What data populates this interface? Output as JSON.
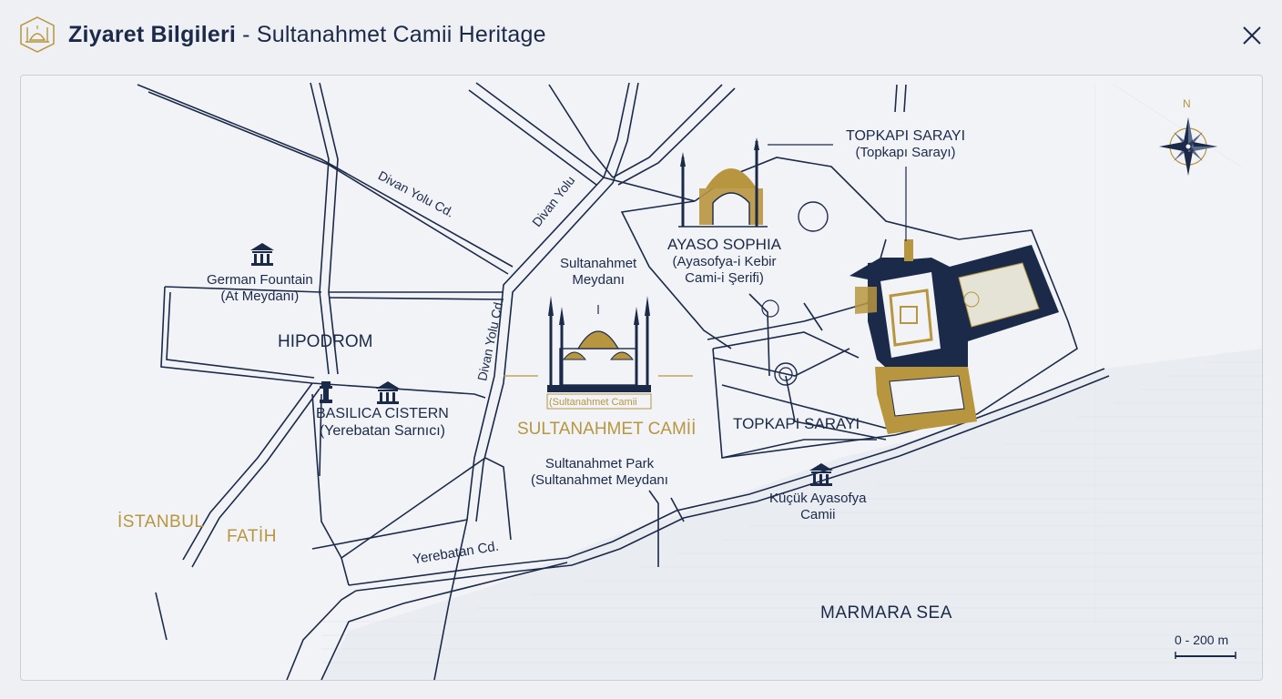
{
  "header": {
    "title_bold": "Ziyaret Bilgileri",
    "title_sep": " - ",
    "title_rest": "Sultanahmet Camii Heritage"
  },
  "map": {
    "streets": {
      "divan_yolu_1": "Divan Yolu Cd.",
      "divan_yolu_2": "Divan Yolu",
      "divan_yolu_3": "Divan Yolu Cd.",
      "yerebatan": "Yerebatan Cd."
    },
    "places": {
      "topkapi_top_line1": "TOPKAPI SARAYI",
      "topkapi_top_line2": "(Topkapı Sarayı)",
      "ayasofya_line1": "AYASO SOPHIA",
      "ayasofya_line2": "(Ayasofya-i Kebir",
      "ayasofya_line3": "Cami-i Şerifi)",
      "meydan_line1": "Sultanahmet",
      "meydan_line2": "Meydanı",
      "german_line1": "German Fountain",
      "german_line2": "(At Meydanı)",
      "hipodrom": "HIPODROM",
      "basilica_line1": "BASILICA CISTERN",
      "basilica_line2": "(Yerebatan Sarnıcı)",
      "mosque_caption": "(Sultanahmet Camii",
      "mosque_name": "SULTANAHMET CAMİİ",
      "topkapi_mid": "TOPKAPI SARAYI",
      "park_line1": "Sultanahmet Park",
      "park_line2": "(Sultanahmet Meydanı",
      "kucuk_line1": "Küçük Ayasofya",
      "kucuk_line2": "Camii",
      "istanbul": "İSTANBUL",
      "fatih": "FATİH",
      "marmara": "MARMARA SEA"
    },
    "compass_north": "N",
    "scale": "0 - 200 m"
  },
  "colors": {
    "navy": "#1c2a4a",
    "gold": "#b8963f",
    "background": "#eef0f4"
  },
  "icons": [
    "mosque-logo-icon",
    "close-icon",
    "museum-icon",
    "fountain-icon",
    "compass-icon"
  ]
}
